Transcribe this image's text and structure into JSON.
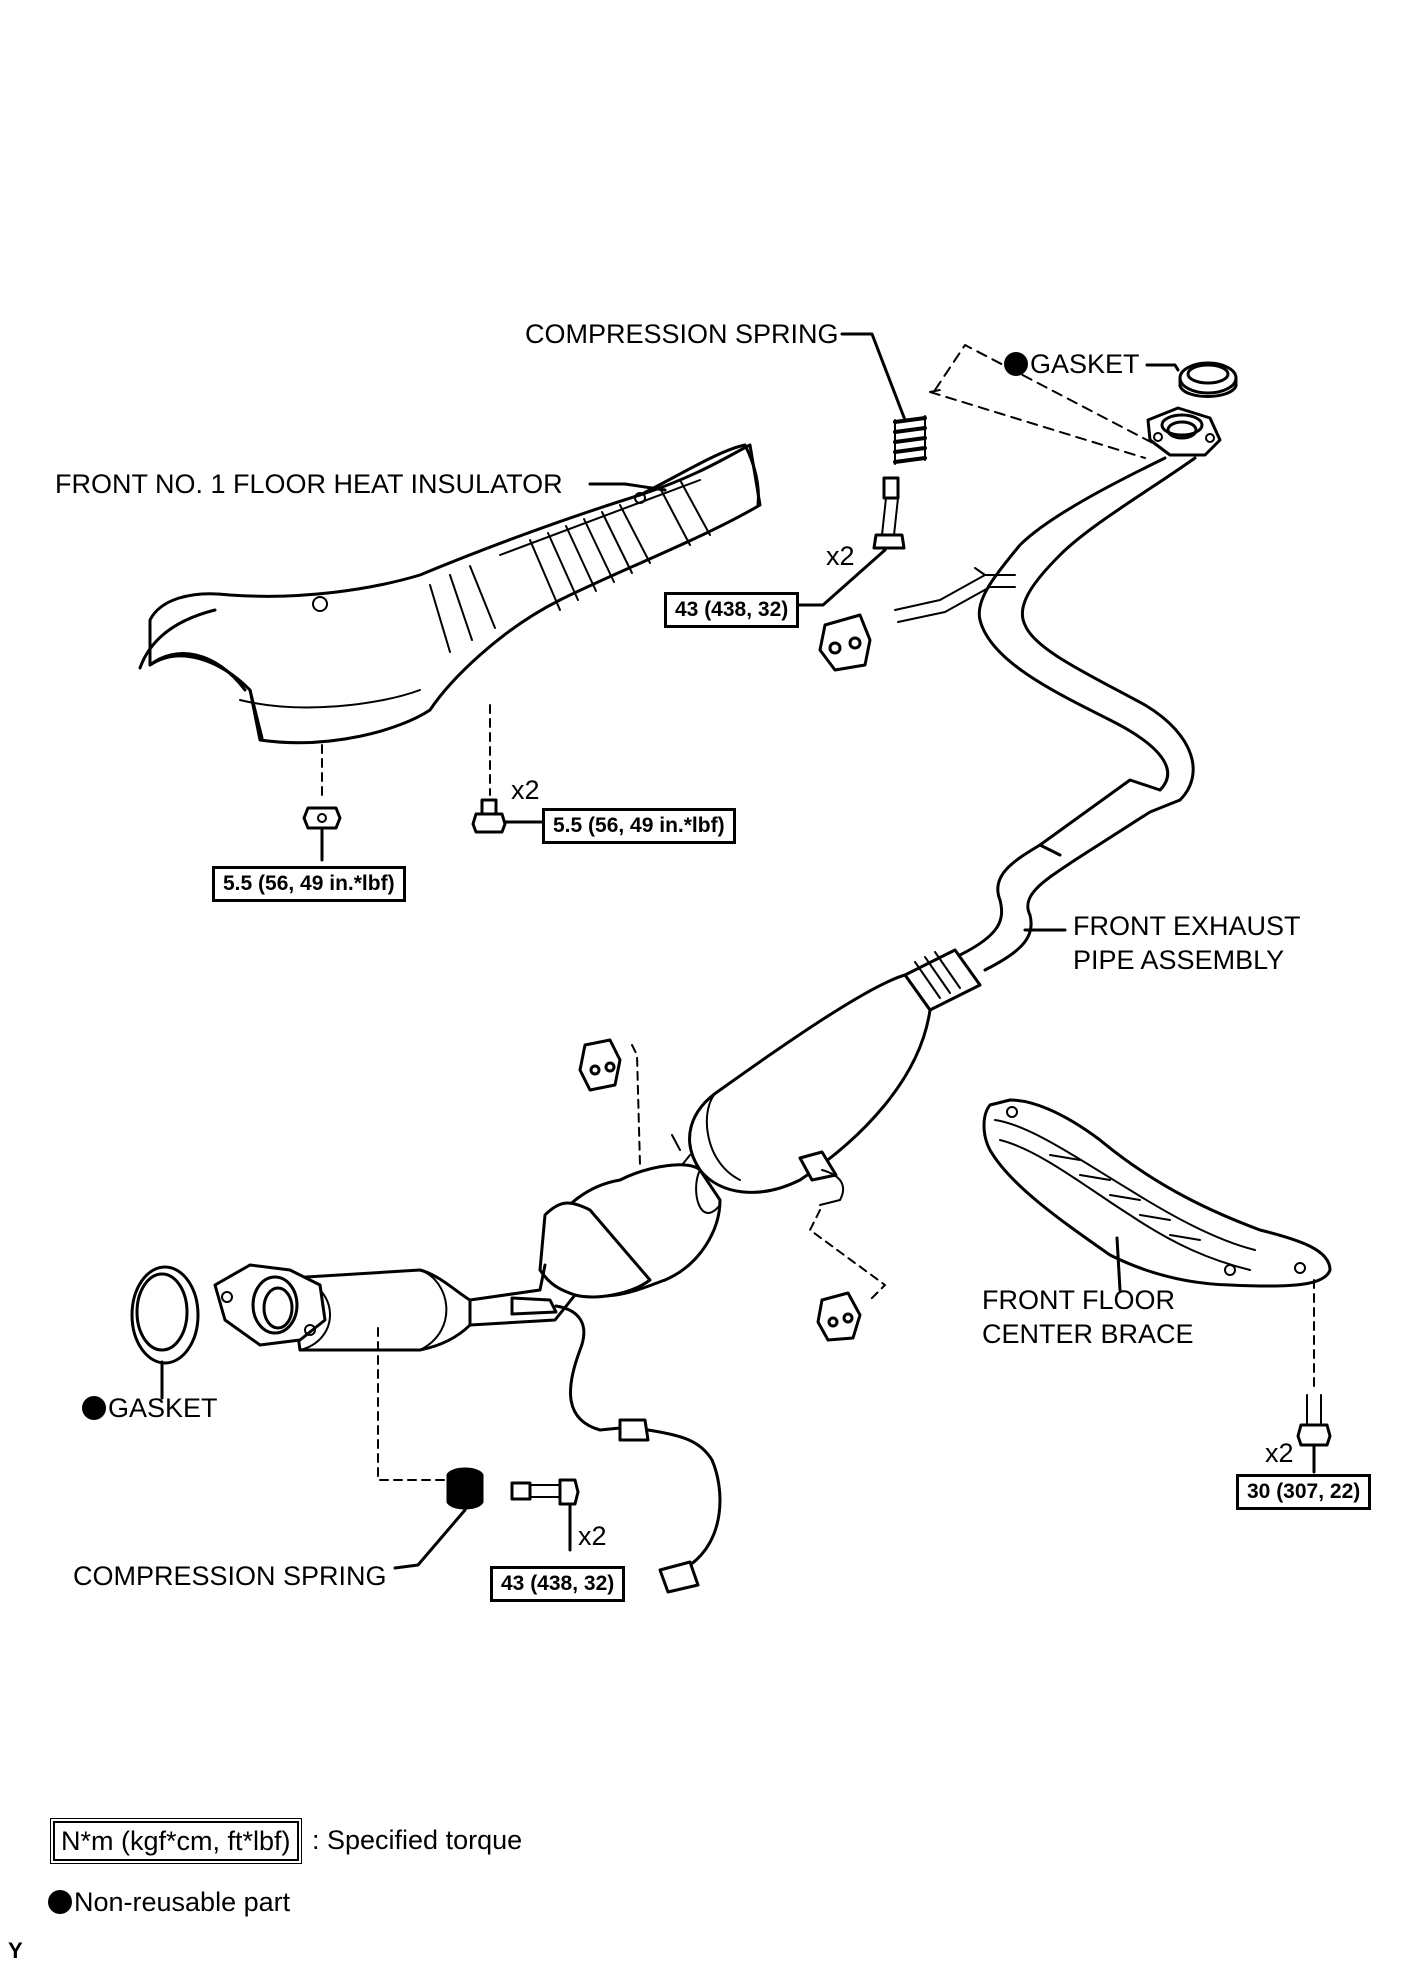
{
  "labels": {
    "compression_spring_top": "COMPRESSION SPRING",
    "gasket_top": "GASKET",
    "heat_insulator": "FRONT NO. 1 FLOOR HEAT INSULATOR",
    "qty_bolt_top": "x2",
    "qty_insulator_bolt": "x2",
    "exhaust_pipe_line1": "FRONT EXHAUST",
    "exhaust_pipe_line2": "PIPE ASSEMBLY",
    "center_brace_line1": "FRONT FLOOR",
    "center_brace_line2": "CENTER BRACE",
    "gasket_bottom": "GASKET",
    "compression_spring_bottom": "COMPRESSION SPRING",
    "qty_bolt_bottom": "x2",
    "qty_brace_bolt": "x2"
  },
  "torques": {
    "top_flange_bolts": "43 (438, 32)",
    "insulator_bolts": "5.5 (56, 49 in.*lbf)",
    "insulator_nut": "5.5 (56, 49 in.*lbf)",
    "bottom_flange_bolts": "43 (438, 32)",
    "brace_bolts": "30 (307, 22)"
  },
  "legend": {
    "torque_units": "N*m (kgf*cm, ft*lbf)",
    "torque_meaning": ": Specified torque",
    "non_reusable": "Non-reusable part"
  },
  "corner_mark": "Y"
}
